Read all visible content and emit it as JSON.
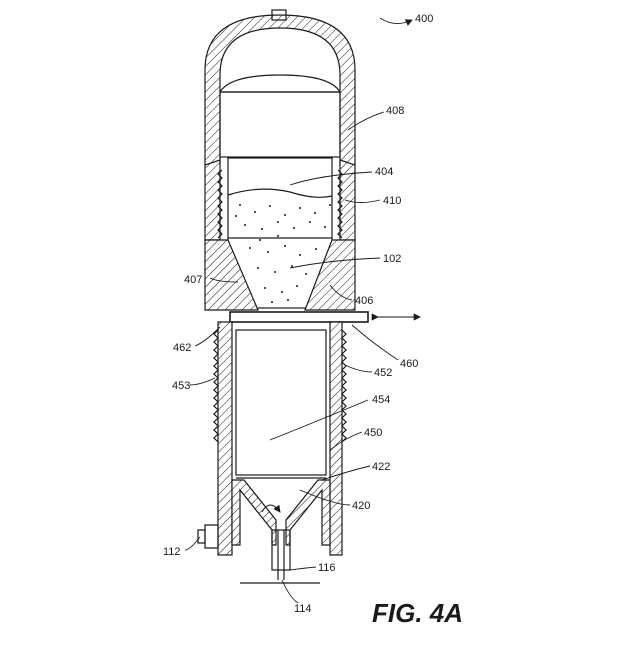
{
  "figure": {
    "caption": "FIG. 4A"
  },
  "labels": {
    "l400": "400",
    "l408": "408",
    "l404": "404",
    "l410": "410",
    "l102": "102",
    "l407": "407",
    "l406": "406",
    "l460": "460",
    "l462": "462",
    "l452": "452",
    "l453": "453",
    "l454": "454",
    "l450": "450",
    "l422": "422",
    "l420": "420",
    "l112": "112",
    "l116": "116",
    "l114": "114"
  },
  "colors": {
    "ink": "#1a1a1a",
    "paper": "#ffffff"
  }
}
